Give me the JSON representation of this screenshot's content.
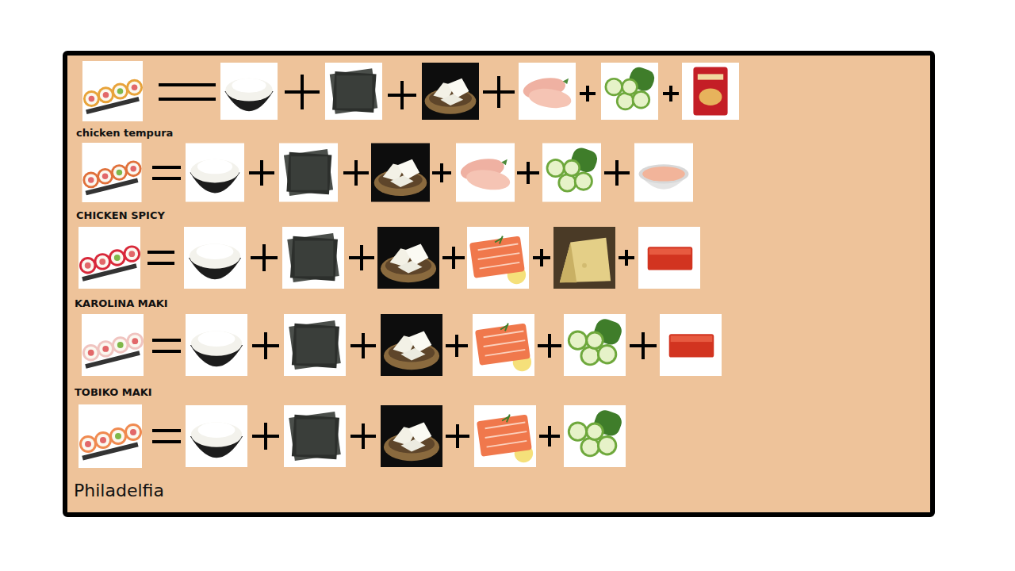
{
  "diagram": {
    "labels": [
      "chicken tempura",
      "CHICKEN SPICY",
      "KAROLINA MAKI",
      "TOBIKO MAKI",
      "Philadelfia"
    ]
  }
}
